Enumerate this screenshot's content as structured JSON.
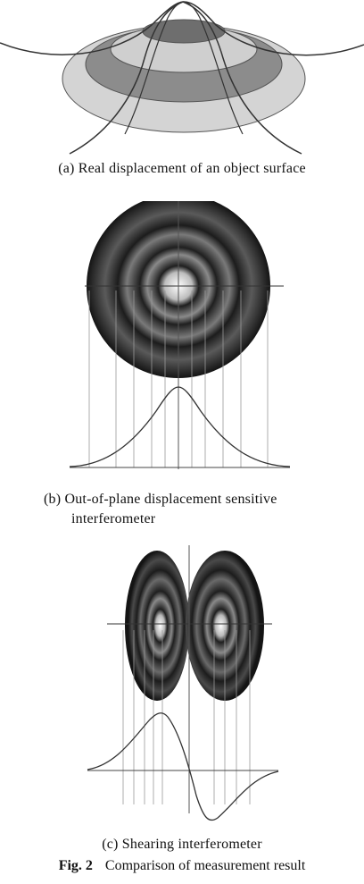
{
  "panels": [
    {
      "label": "(a)",
      "caption": "Real displacement of an object surface"
    },
    {
      "label": "(b)",
      "caption_line1": "Out-of-plane displacement sensitive",
      "caption_line2": "interferometer"
    },
    {
      "label": "(c)",
      "caption": "Shearing interferometer"
    }
  ],
  "figure": {
    "number": "Fig. 2",
    "title": "Comparison of measurement result"
  },
  "colors": {
    "fringe_dark": "#2a2a2a",
    "fringe_mid": "#8a8a8a",
    "fringe_light": "#d2d2d2",
    "line": "#444444"
  }
}
